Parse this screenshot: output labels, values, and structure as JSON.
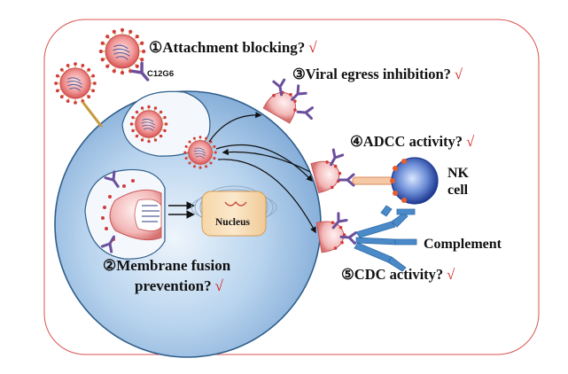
{
  "labels": {
    "attachment": {
      "text": "①Attachment blocking?",
      "check": "√"
    },
    "egress": {
      "text": "③Viral egress inhibition?",
      "check": "√"
    },
    "adcc": {
      "text": "④ADCC activity?",
      "check": "√"
    },
    "cdc": {
      "text": "⑤CDC activity?",
      "check": "√"
    },
    "fusion_line1": "②Membrane fusion",
    "fusion_line2": {
      "text": "prevention?",
      "check": "√"
    },
    "nk_line1": "NK",
    "nk_line2": "cell",
    "complement": "Complement",
    "antibody": "C12G6",
    "nucleus": "Nucleus"
  },
  "colors": {
    "frame": "#d9534f",
    "cell_fill": "#9dc3e6",
    "cell_edge": "#2f5e8a",
    "virus_body": "#e86e6e",
    "antibody": "#6b4e9c",
    "nk_cell": "#1f3a93",
    "complement": "#4a8ac9",
    "check": "#d41f1f"
  }
}
